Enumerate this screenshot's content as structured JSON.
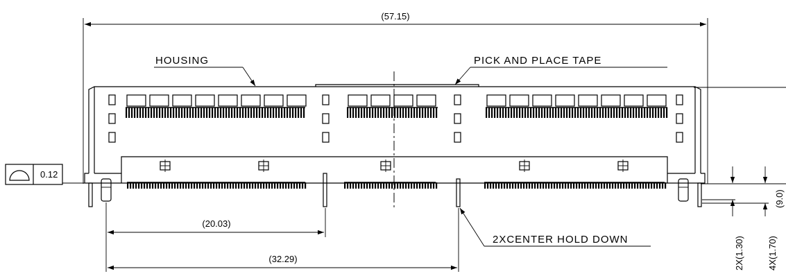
{
  "labels": {
    "housing": "HOUSING",
    "pick_and_place_tape": "PICK AND PLACE TAPE",
    "center_hold_down": "2XCENTER HOLD DOWN"
  },
  "dimensions": {
    "overall_width": "(57.15)",
    "height": "(9.0)",
    "pitch_20": "(20.03)",
    "pitch_32": "(32.29)",
    "hold_down_130": "2X(1.30)",
    "hold_down_170": "4X(1.70)"
  },
  "tolerance": {
    "value": "0.12"
  }
}
